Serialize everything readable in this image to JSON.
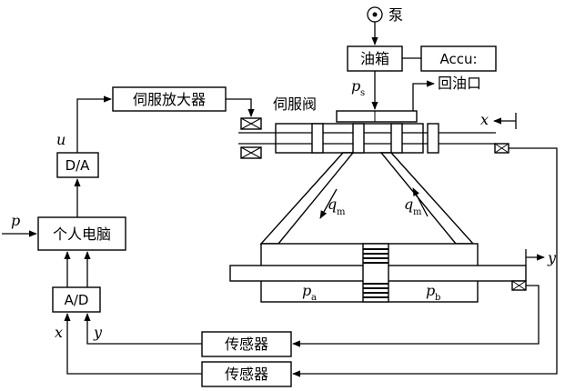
{
  "blocks": {
    "pump": "泵",
    "oil_tank": "油箱",
    "accumulator": "Accu:",
    "return_port": "回油口",
    "servo_valve": "伺服阀",
    "servo_amplifier": "伺服放大器",
    "da": "D/A",
    "pc": "个人电脑",
    "ad": "A/D",
    "sensor_top": "传感器",
    "sensor_bottom": "传感器"
  },
  "signals": {
    "u": "u",
    "p": "p",
    "x_ad": "x",
    "y_ad": "y",
    "x_valve": "x",
    "y_piston": "y"
  },
  "pressures": {
    "ps_main": "p",
    "ps_sub": "s",
    "qm_left_main": "q",
    "qm_left_sub": "m",
    "qm_right_main": "q",
    "qm_right_sub": "m",
    "pa_main": "p",
    "pa_sub": "a",
    "pb_main": "p",
    "pb_sub": "b"
  }
}
